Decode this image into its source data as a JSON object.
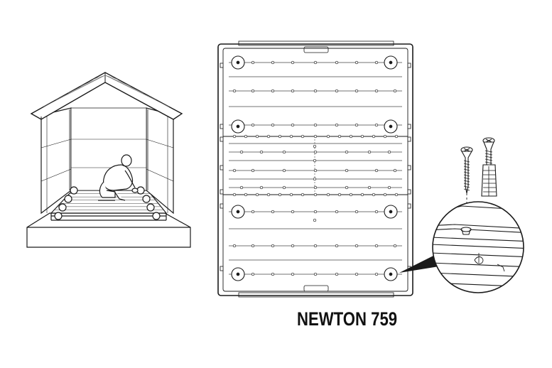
{
  "model_label": "NEWTON 759",
  "colors": {
    "line": "#1a1a1a",
    "background": "#ffffff",
    "gray": "#888888"
  },
  "parts": [
    "shed-illustration",
    "floor-panel-diagram",
    "screw-icon",
    "anchor-screw-icon",
    "detail-callout"
  ]
}
